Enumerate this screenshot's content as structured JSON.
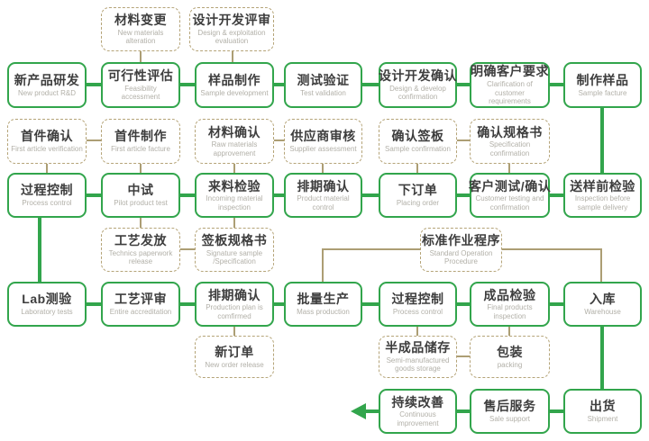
{
  "colors": {
    "solid_box_border": "#32a54c",
    "dashed_box_border": "#b5a478",
    "connector_green": "#32a54c",
    "connector_tan": "#ac9e74",
    "title_text": "#3d3d3d",
    "subtitle_text": "#b2b0a8",
    "background": "#ffffff"
  },
  "nodes": {
    "materials_alteration": {
      "zh": "材料变更",
      "en": "New materials alteration",
      "type": "dashed"
    },
    "design_exploitation_evaluation": {
      "zh": "设计开发评审",
      "en": "Design & exploitation evaluation",
      "type": "dashed"
    },
    "new_product_rd": {
      "zh": "新产品研发",
      "en": "New product R&D",
      "type": "solid"
    },
    "feasibility_accessment": {
      "zh": "可行性评估",
      "en": "Feasibility accessment",
      "type": "solid"
    },
    "sample_development": {
      "zh": "样品制作",
      "en": "Sample development",
      "type": "solid"
    },
    "test_validation": {
      "zh": "测试验证",
      "en": "Test validation",
      "type": "solid"
    },
    "design_develop_confirmation": {
      "zh": "设计开发确认",
      "en": "Design & develop confirmation",
      "type": "solid"
    },
    "clarification_customer_requirements": {
      "zh": "明确客户要求",
      "en": "Clarification of customer requirements",
      "type": "solid"
    },
    "sample_facture": {
      "zh": "制作样品",
      "en": "Sample facture",
      "type": "solid"
    },
    "first_article_verification": {
      "zh": "首件确认",
      "en": "First article verification",
      "type": "dashed"
    },
    "first_article_facture": {
      "zh": "首件制作",
      "en": "First article facture",
      "type": "dashed"
    },
    "raw_materials_approvement": {
      "zh": "材料确认",
      "en": "Raw materials approvement",
      "type": "dashed"
    },
    "supplier_assessment": {
      "zh": "供应商审核",
      "en": "Supplier assessment",
      "type": "dashed"
    },
    "sample_confirmation": {
      "zh": "确认签板",
      "en": "Sample confirmation",
      "type": "dashed"
    },
    "specification_confirmation": {
      "zh": "确认规格书",
      "en": "Specification confirmation",
      "type": "dashed"
    },
    "process_control_1": {
      "zh": "过程控制",
      "en": "Process control",
      "type": "solid"
    },
    "pilot_product_test": {
      "zh": "中试",
      "en": "Pilot product test",
      "type": "solid"
    },
    "incoming_material_inspection": {
      "zh": "来料检验",
      "en": "Incoming material inspection",
      "type": "solid"
    },
    "product_material_control": {
      "zh": "排期确认",
      "en": "Product material control",
      "type": "solid"
    },
    "placing_order": {
      "zh": "下订单",
      "en": "Placing order",
      "type": "solid"
    },
    "customer_testing_confirmation": {
      "zh": "客户测试/确认",
      "en": "Customer testing and confirmation",
      "type": "solid"
    },
    "inspection_before_sample_delivery": {
      "zh": "送样前检验",
      "en": "Inspection before sample delivery",
      "type": "solid"
    },
    "technics_paperwork_release": {
      "zh": "工艺发放",
      "en": "Technics paperwork release",
      "type": "dashed"
    },
    "signature_sample_specification": {
      "zh": "签板规格书",
      "en": "Signature sample /Specification",
      "type": "dashed"
    },
    "standard_operation_procedure": {
      "zh": "标准作业程序",
      "en": "Standard Operation Procedure",
      "type": "dashed"
    },
    "laboratory_tests": {
      "zh": "Lab测验",
      "en": "Laboratory tests",
      "type": "solid"
    },
    "entire_accreditation": {
      "zh": "工艺评审",
      "en": "Entire accreditation",
      "type": "solid"
    },
    "production_plan_confirmed": {
      "zh": "排期确认",
      "en": "Production plan is comfirmed",
      "type": "solid"
    },
    "mass_production": {
      "zh": "批量生产",
      "en": "Mass production",
      "type": "solid"
    },
    "process_control_2": {
      "zh": "过程控制",
      "en": "Process control",
      "type": "solid"
    },
    "final_products_inspection": {
      "zh": "成品检验",
      "en": "Final products inspection",
      "type": "solid"
    },
    "warehouse": {
      "zh": "入库",
      "en": "Warehouse",
      "type": "solid"
    },
    "new_order_release": {
      "zh": "新订单",
      "en": "New order release",
      "type": "dashed"
    },
    "semi_manufactured_goods_storage": {
      "zh": "半成品储存",
      "en": "Semi-manufactured goods storage",
      "type": "dashed"
    },
    "packing": {
      "zh": "包装",
      "en": "packing",
      "type": "dashed"
    },
    "continuous_improvement": {
      "zh": "持续改善",
      "en": "Continuous improvement",
      "type": "solid"
    },
    "sale_support": {
      "zh": "售后服务",
      "en": "Sale support",
      "type": "solid"
    },
    "shipment": {
      "zh": "出货",
      "en": "Shipment",
      "type": "solid"
    }
  }
}
